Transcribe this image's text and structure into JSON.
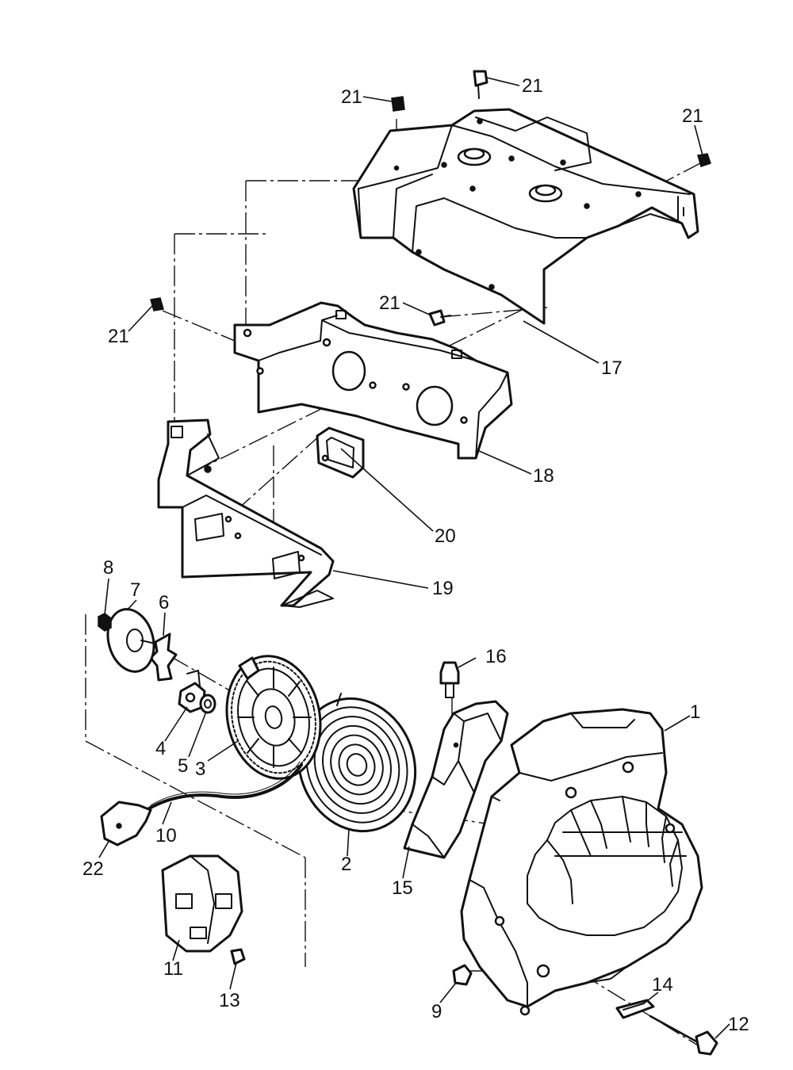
{
  "callouts": [
    {
      "id": "c21a",
      "text": "21"
    },
    {
      "id": "c21b",
      "text": "21"
    },
    {
      "id": "c21c",
      "text": "21"
    },
    {
      "id": "c21d",
      "text": "21"
    },
    {
      "id": "c21e",
      "text": "21"
    },
    {
      "id": "c17",
      "text": "17"
    },
    {
      "id": "c18",
      "text": "18"
    },
    {
      "id": "c20",
      "text": "20"
    },
    {
      "id": "c19",
      "text": "19"
    },
    {
      "id": "c8",
      "text": "8"
    },
    {
      "id": "c7",
      "text": "7"
    },
    {
      "id": "c6",
      "text": "6"
    },
    {
      "id": "c16",
      "text": "16"
    },
    {
      "id": "c1",
      "text": "1"
    },
    {
      "id": "c4",
      "text": "4"
    },
    {
      "id": "c5",
      "text": "5"
    },
    {
      "id": "c3",
      "text": "3"
    },
    {
      "id": "c10",
      "text": "10"
    },
    {
      "id": "c22",
      "text": "22"
    },
    {
      "id": "c2",
      "text": "2"
    },
    {
      "id": "c15",
      "text": "15"
    },
    {
      "id": "c11",
      "text": "11"
    },
    {
      "id": "c13",
      "text": "13"
    },
    {
      "id": "c14",
      "text": "14"
    },
    {
      "id": "c9",
      "text": "9"
    },
    {
      "id": "c12",
      "text": "12"
    }
  ]
}
